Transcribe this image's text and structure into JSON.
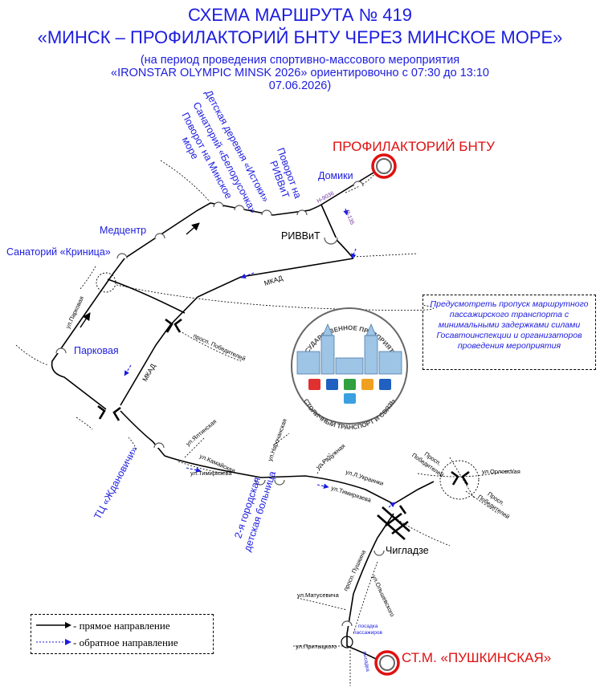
{
  "header": {
    "title_line1": "СХЕМА МАРШРУТА № 419",
    "title_line2": "«МИНСК – ПРОФИЛАКТОРИЙ БНТУ ЧЕРЕЗ МИНСКОЕ МОРЕ»",
    "subtitle_line1": "(на период проведения спортивно-массового мероприятия",
    "subtitle_line2": "«IRONSTAR OLYMPIC MINSK 2026» ориентировочно с 07:30 до 13:10",
    "subtitle_line3": "07.06.2026)"
  },
  "terminals": {
    "start": "ПРОФИЛАКТОРИЙ БНТУ",
    "end": "СТ.М. «ПУШКИНСКАЯ»"
  },
  "stops": {
    "domiki": "Домики",
    "povorot_rivvit": [
      "Поворот на",
      "РИВВиТ"
    ],
    "istoki": "Детская деревня «Истоки»",
    "belorusochka": "Санаторий «Белорусочка»",
    "povorot_more": [
      "Поворот на Минское",
      "море"
    ],
    "medcenter": "Медцентр",
    "krinitsa": "Санаторий «Криница»",
    "parkovaya": "Парковая",
    "rivvit": "РИВВиТ",
    "zhdanovichi": "ТЦ «Ждановичи»",
    "hospital": [
      "2-я городская",
      "детская больница"
    ],
    "chigladze": "Чигладзе"
  },
  "streets": {
    "n9036": "Н-9036",
    "r135": "Р-135",
    "mkad": "МКАД",
    "mkad2": "МКАД",
    "parkovaya": "ул.Парковая",
    "pobediteley": "просп. Победителей",
    "yaltinskaya": "ул.Ялтинская",
    "kamayskaya": "ул.Камайская",
    "timiryazeva": "ул.Тимирязева",
    "timiryazeva2": "ул.Тимирязева",
    "narochanskaya": "ул.Нарочанская",
    "radujnaya": "ул.Радужная",
    "l_ukrainki": "ул.Л.Украинки",
    "pobediteley2": [
      "Просп.",
      "Победителей"
    ],
    "orlovskaya": "ул.Орловская",
    "pobediteley3": [
      "Просп.",
      "Победителей"
    ],
    "pushkina": "просп. Пушкина",
    "olshevskogo": "ул.Ольшевского",
    "matusevicha": "ул.Матусевича",
    "pritytskogo": "ул.Притыцкого",
    "posadka": [
      "посадка",
      "пассажиров"
    ],
    "vysadka": "высадка"
  },
  "note": "Предусмотреть пропуск маршрутного пассажирского транспорта с минимальными задержками силами Госавтоинспекции и организаторов проведения мероприятия",
  "logo": {
    "top_text": "ГОСУДАРСТВЕННОЕ ПРЕДПРИЯТИЕ",
    "bottom_text": "СТОЛИЧНЫЙ ТРАНСПОРТ И СВЯЗЬ"
  },
  "legend": {
    "forward": "- прямое направление",
    "reverse": "- обратное направление"
  },
  "colors": {
    "title": "#1c1ce0",
    "terminal": "#e01010",
    "reverse_arrow": "#1c1ce0",
    "logo_red": "#e03030",
    "logo_blue": "#2060c0",
    "logo_green": "#30a040",
    "logo_orange": "#f0a020"
  }
}
